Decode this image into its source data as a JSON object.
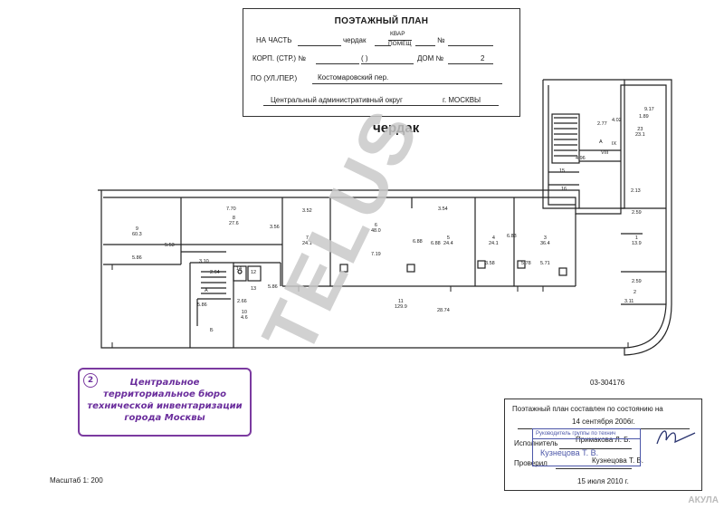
{
  "header": {
    "title": "ПОЭТАЖНЫЙ ПЛАН",
    "row1_label": "НА ЧАСТЬ",
    "row1_value": "чердак",
    "kvar_top": "КВАР",
    "kvar_bottom": "ПОМЕЩ",
    "num_sign": "№",
    "row2_label": "КОРП. (СТР.) №",
    "row2_paren": "(          )",
    "row2_dom": "ДОМ №",
    "row2_dom_value": "2",
    "row3_label": "ПО (УЛ./ПЕР.)",
    "row3_value": "Костомаровский пер.",
    "row4_district": "Центральный административный округ",
    "row4_city": "г. МОСКВЫ"
  },
  "floor_heading": "чердак",
  "watermark": "TELUS",
  "rooms": [
    {
      "id": "9",
      "area": "60.3"
    },
    {
      "id": "8",
      "area": "27.6"
    },
    {
      "id": "7",
      "area": "24.1"
    },
    {
      "id": "6",
      "area": "48.0"
    },
    {
      "id": "5",
      "area": "24.4"
    },
    {
      "id": "4",
      "area": "24.1"
    },
    {
      "id": "3",
      "area": "36.4"
    },
    {
      "id": "1",
      "area": "13.9"
    },
    {
      "id": "10",
      "area": "4.6"
    },
    {
      "id": "11",
      "area": "129.9"
    },
    {
      "id": "23",
      "area": "23.1"
    }
  ],
  "dimensions": [
    "5.53",
    "5.86",
    "7.70",
    "3.56",
    "3.52",
    "7.19",
    "6.88",
    "6.88",
    "3.54",
    "6.83",
    "5.78",
    "5.71",
    "3.58",
    "3.10",
    "2.64",
    "5.86",
    "2.66",
    "5.86",
    "28.74",
    "2.13",
    "2.59",
    "2.59",
    "3.11",
    "4.96",
    "2.77",
    "4.02",
    "9.17",
    "1.89",
    "14",
    "12",
    "13",
    "15",
    "16",
    "IX",
    "VIII",
    "А",
    "А",
    "Б",
    "2"
  ],
  "stamp": {
    "number": "2",
    "lines": [
      "Центральное",
      "территориальное бюро",
      "технической инвентаризации",
      "города Москвы"
    ]
  },
  "plan_number": "03-304176",
  "info_box": {
    "line1": "Поэтажный план составлен по состоянию на",
    "date": "14 сентября 2006г.",
    "executor_label": "Исполнитель",
    "executor": "Примакова Л. Б.",
    "checker_label": "Проверил",
    "checker": "Кузнецова Т. В.",
    "date2": "15 июля 2010 г."
  },
  "sig_stamp": {
    "line1": "Руководитель группы по технич",
    "line2": "Кузнецова Т. В."
  },
  "scale": "Масштаб 1: 200",
  "logo": "АКУЛА"
}
